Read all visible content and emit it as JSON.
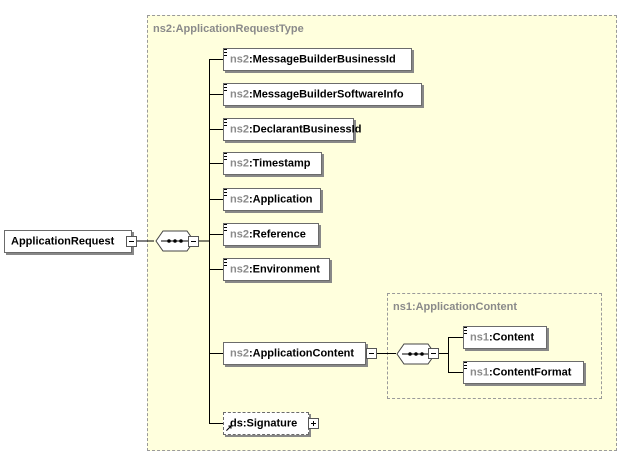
{
  "root_element": {
    "name": "ApplicationRequest"
  },
  "outer_type": {
    "label": "ns2:ApplicationRequestType",
    "children": [
      {
        "prefix": "ns2",
        "name": ":MessageBuilderBusinessId"
      },
      {
        "prefix": "ns2",
        "name": ":MessageBuilderSoftwareInfo"
      },
      {
        "prefix": "ns2",
        "name": ":DeclarantBusinessId"
      },
      {
        "prefix": "ns2",
        "name": ":Timestamp"
      },
      {
        "prefix": "ns2",
        "name": ":Application"
      },
      {
        "prefix": "ns2",
        "name": ":Reference"
      },
      {
        "prefix": "ns2",
        "name": ":Environment"
      },
      {
        "prefix": "ns2",
        "name": ":ApplicationContent"
      },
      {
        "prefix": "",
        "name": "ds:Signature"
      }
    ]
  },
  "inner_type": {
    "label": "ns1:ApplicationContent",
    "children": [
      {
        "prefix": "ns1",
        "name": ":Content"
      },
      {
        "prefix": "ns1",
        "name": ":ContentFormat"
      }
    ]
  },
  "icons": {
    "collapse": "minus-toggle-icon",
    "expand": "plus-toggle-icon",
    "sequence": "sequence-compositor-icon",
    "content": "content-lines-icon",
    "reference": "reference-arrow-icon"
  },
  "colors": {
    "type_background": "#ffffdd",
    "namespace_prefix": "#8a8a8a",
    "border": "#6b6b6b"
  }
}
